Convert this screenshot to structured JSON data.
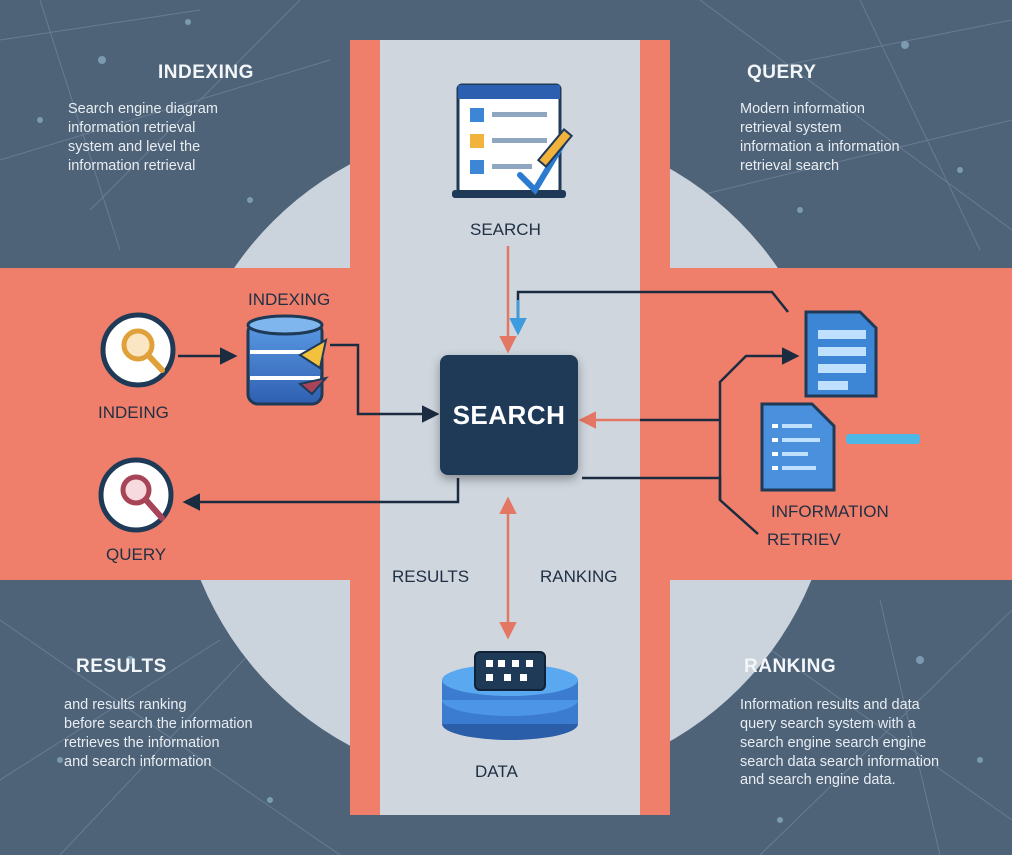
{
  "corners": {
    "top_left": {
      "title": "INDEXING",
      "lines": [
        "Search engine diagram",
        "information retrieval",
        "system and level the",
        "information retrieval"
      ]
    },
    "top_right": {
      "title": "QUERY",
      "lines": [
        "Modern information",
        "retrieval system",
        "information a information",
        "retrieval search"
      ]
    },
    "bottom_left": {
      "title": "RESULTS",
      "lines": [
        "and results ranking",
        "before search the information",
        "retrieves the information",
        "and search information"
      ]
    },
    "bottom_right": {
      "title": "RANKING",
      "lines": [
        "Information results and data",
        "query search system with a",
        "search engine search engine",
        "search data search information",
        "and search engine data."
      ]
    }
  },
  "nodes": {
    "search_top_label": "SEARCH",
    "center_label": "SEARCH",
    "indexing_db_label": "INDEXING",
    "indexing_magnifier_label": "INDEING",
    "query_magnifier_label": "QUERY",
    "results_label": "RESULTS",
    "ranking_label": "RANKING",
    "data_label": "DATA",
    "information_label_1": "INFORMATION",
    "information_label_2": "RETRIEV"
  },
  "colors": {
    "background": "#4e6278",
    "salmon": "#ef7f6b",
    "center_panel": "#cfd6de",
    "center_box": "#1f3a57",
    "accent_blue": "#3d86d6",
    "arrow_dark": "#1b2b40",
    "arrow_salmon": "#e47764"
  }
}
